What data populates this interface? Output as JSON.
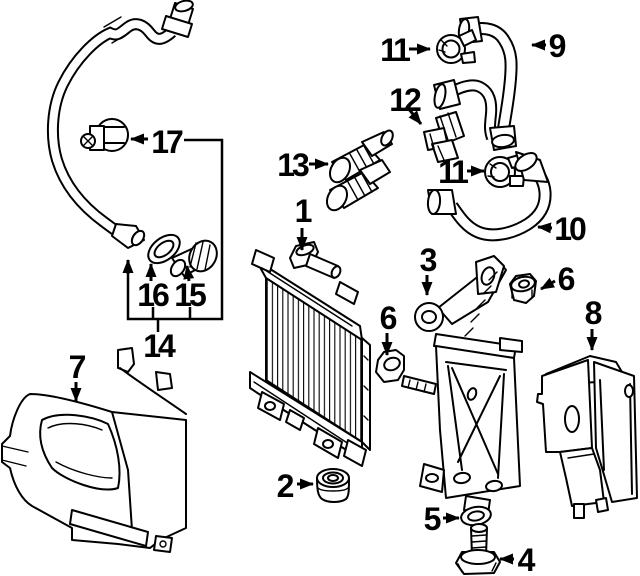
{
  "diagram": {
    "description": "Exploded parts diagram of a radiator, coolant hoses, clamps, brackets and mounting hardware with numbered callouts",
    "background": "#ffffff",
    "line_color": "#000000"
  },
  "callouts": {
    "c1": {
      "label": "1"
    },
    "c2": {
      "label": "2"
    },
    "c3": {
      "label": "3"
    },
    "c4": {
      "label": "4"
    },
    "c5": {
      "label": "5"
    },
    "c6a": {
      "label": "6"
    },
    "c6b": {
      "label": "6"
    },
    "c7": {
      "label": "7"
    },
    "c8": {
      "label": "8"
    },
    "c9": {
      "label": "9"
    },
    "c10": {
      "label": "10"
    },
    "c11a": {
      "label": "11"
    },
    "c11b": {
      "label": "11"
    },
    "c12": {
      "label": "12"
    },
    "c13": {
      "label": "13"
    },
    "c14": {
      "label": "14"
    },
    "c15": {
      "label": "15"
    },
    "c16": {
      "label": "16"
    },
    "c17": {
      "label": "17"
    }
  }
}
